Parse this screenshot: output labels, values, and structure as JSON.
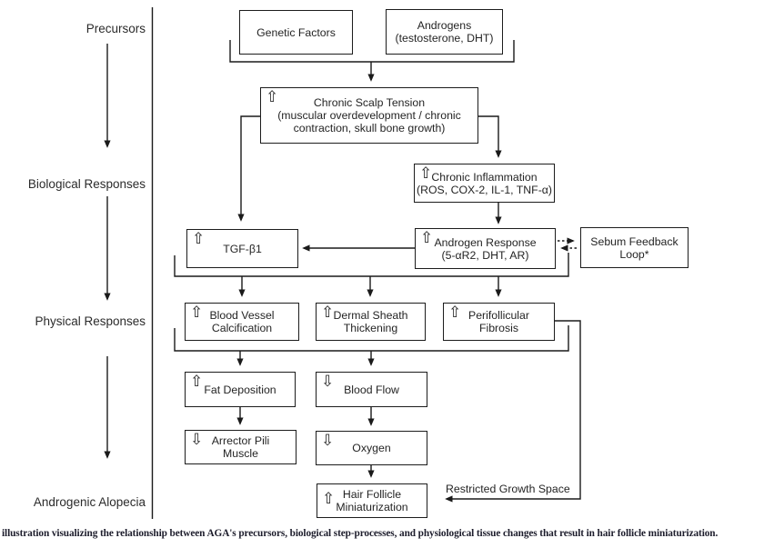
{
  "diagram": {
    "stages": [
      "Precursors",
      "Biological Responses",
      "Physical Responses",
      "Androgenic Alopecia"
    ],
    "icons": {
      "up_arrow": "⇧",
      "down_arrow": "⇩"
    },
    "nodes": {
      "genetic_factors": {
        "line1": "Genetic Factors"
      },
      "androgens": {
        "line1": "Androgens",
        "line2": "(testosterone, DHT)"
      },
      "chronic_scalp_tension": {
        "line1": "Chronic Scalp Tension",
        "line2": "(muscular overdevelopment / chronic",
        "line3": "contraction, skull bone growth)",
        "trend": "increase"
      },
      "chronic_inflammation": {
        "line1": "Chronic Inflammation",
        "line2": "(ROS, COX-2, IL-1, TNF-α)",
        "trend": "increase"
      },
      "androgen_response": {
        "line1": "Androgen Response",
        "line2": "(5-αR2, DHT, AR)",
        "trend": "increase"
      },
      "sebum_feedback_loop": {
        "line1": "Sebum Feedback",
        "line2": "Loop*"
      },
      "tgf_b1": {
        "line1": "TGF-β1",
        "trend": "increase"
      },
      "blood_vessel_calcification": {
        "line1": "Blood Vessel",
        "line2": "Calcification",
        "trend": "increase"
      },
      "dermal_sheath_thickening": {
        "line1": "Dermal Sheath",
        "line2": "Thickening",
        "trend": "increase"
      },
      "perifollicular_fibrosis": {
        "line1": "Perifollicular",
        "line2": "Fibrosis",
        "trend": "increase"
      },
      "fat_deposition": {
        "line1": "Fat Deposition",
        "trend": "increase"
      },
      "blood_flow": {
        "line1": "Blood Flow",
        "trend": "decrease"
      },
      "arrector_pili_muscle": {
        "line1": "Arrector Pili",
        "line2": "Muscle",
        "trend": "decrease"
      },
      "oxygen": {
        "line1": "Oxygen",
        "trend": "decrease"
      },
      "hair_follicle_miniaturization": {
        "line1": "Hair Follicle",
        "line2": "Miniaturization",
        "trend": "increase"
      }
    },
    "annotations": {
      "restricted_growth_space": "Restricted Growth Space"
    },
    "line_color": "#1a1a1a"
  },
  "figure_caption": "illustration visualizing the relationship between AGA's precursors, biological step-processes, and physiological tissue changes that result in hair follicle miniaturization."
}
